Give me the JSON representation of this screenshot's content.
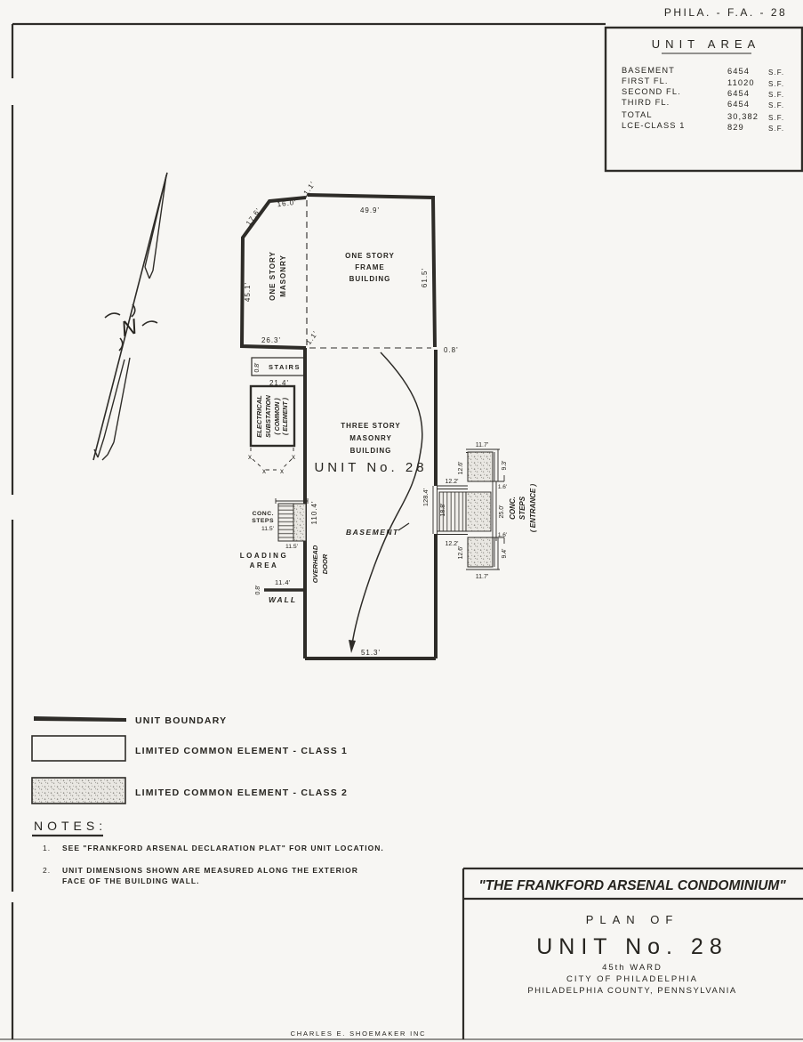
{
  "page": {
    "sheet_ref": "PHILA. - F.A. - 28",
    "surveyor": "CHARLES E. SHOEMAKER INC"
  },
  "unit_area": {
    "title": "UNIT AREA",
    "rows": [
      {
        "label": "BASEMENT",
        "value": "6454",
        "unit": "S.F."
      },
      {
        "label": "FIRST FL.",
        "value": "11020",
        "unit": "S.F."
      },
      {
        "label": "SECOND FL.",
        "value": "6454",
        "unit": "S.F."
      },
      {
        "label": "THIRD FL.",
        "value": "6454",
        "unit": "S.F."
      },
      {
        "label": "TOTAL",
        "value": "30,382",
        "unit": "S.F."
      },
      {
        "label": "LCE-CLASS 1",
        "value": "829",
        "unit": "S.F."
      }
    ]
  },
  "north": {
    "label": "N"
  },
  "plan": {
    "masonry": {
      "line1": "ONE STORY",
      "line2": "MASONRY"
    },
    "frame": {
      "line1": "ONE STORY",
      "line2": "FRAME",
      "line3": "BUILDING"
    },
    "three_story": {
      "line1": "THREE STORY",
      "line2": "MASONRY",
      "line3": "BUILDING",
      "unit": "UNIT No. 28"
    },
    "stairs": {
      "label": "STAIRS",
      "d21_4": "21.4'",
      "d0_8": "0.8'"
    },
    "electrical": {
      "line1": "ELECTRICAL",
      "line2": "SUBSTATION",
      "line3": "( COMMON )",
      "line4": "( ELEMENT )"
    },
    "basement": {
      "label": "BASEMENT"
    },
    "left_steps": {
      "conc": "CONC.",
      "steps": "STEPS",
      "d11_5a": "11.5'",
      "d11_5b": "11.5'"
    },
    "loading": {
      "line1": "LOADING",
      "line2": "AREA"
    },
    "overhead": {
      "line1": "OVERHEAD",
      "line2": "DOOR"
    },
    "wall": {
      "label": "WALL",
      "d11_4": "11.4'",
      "d0_8": "0.8'"
    },
    "entrance": {
      "conc": "CONC.",
      "steps": "STEPS",
      "entrance": "( ENTRANCE )",
      "d128_4": "128.4'",
      "d11_7_top": "11.7'",
      "d12_6_top": "12.6'",
      "d12_2_top": "12.2'",
      "d9_3": "9.3'",
      "d1_6_top": "1.6'",
      "d18_8": "18.8'",
      "d25_0": "25.0'",
      "d1_6_bot": "1.6'",
      "d12_2_bot": "12.2'",
      "d12_6_bot": "12.6'",
      "d9_4": "9.4'",
      "d11_7_bot": "11.7'"
    },
    "dims": {
      "d17_6": "17.6'",
      "d16_0": "16.0'",
      "d1_1_top": "1.1'",
      "d49_9": "49.9'",
      "d45_1": "45.1'",
      "d61_5": "61.5'",
      "d26_3": "26.3'",
      "d1_1_bot": "1.1'",
      "d0_8": "0.8'",
      "d110_4": "110.4'",
      "d51_3": "51.3'"
    }
  },
  "legend": {
    "unit_boundary": "UNIT BOUNDARY",
    "lce_class1": "LIMITED COMMON ELEMENT - CLASS 1",
    "lce_class2": "LIMITED COMMON ELEMENT - CLASS 2"
  },
  "notes": {
    "heading": "NOTES:",
    "n1_num": "1.",
    "n1": "SEE \"FRANKFORD ARSENAL DECLARATION PLAT\" FOR UNIT LOCATION.",
    "n2_num": "2.",
    "n2_line1": "UNIT DIMENSIONS SHOWN ARE MEASURED ALONG THE EXTERIOR",
    "n2_line2": "FACE OF THE BUILDING WALL."
  },
  "title_block": {
    "condo_name": "\"THE FRANKFORD ARSENAL CONDOMINIUM\"",
    "plan_of": "PLAN OF",
    "unit_no": "UNIT No. 28",
    "ward": "45th WARD",
    "city": "CITY OF PHILADELPHIA",
    "county": "PHILADELPHIA COUNTY, PENNSYLVANIA"
  },
  "fence_marks": {
    "x": "x"
  }
}
